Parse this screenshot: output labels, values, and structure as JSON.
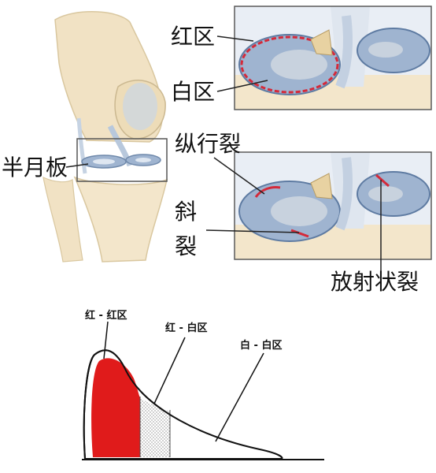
{
  "colors": {
    "red_zone": "#e01b1b",
    "meniscus_blue": "#9fb4d0",
    "tear_red": "#d42a3a",
    "bone": "#f1e2c4",
    "panel_border": "#5a5a5a"
  },
  "labels": {
    "red_zone": "红区",
    "white_zone": "白区",
    "meniscus": "半月板",
    "longitudinal_tear": "纵行裂",
    "oblique_tear_1": "斜",
    "oblique_tear_2": "裂",
    "radial_tear": "放射状裂"
  },
  "cross_section": {
    "red_red": "红 - 红区",
    "red_white": "红 - 白区",
    "white_white": "白 - 白区"
  }
}
